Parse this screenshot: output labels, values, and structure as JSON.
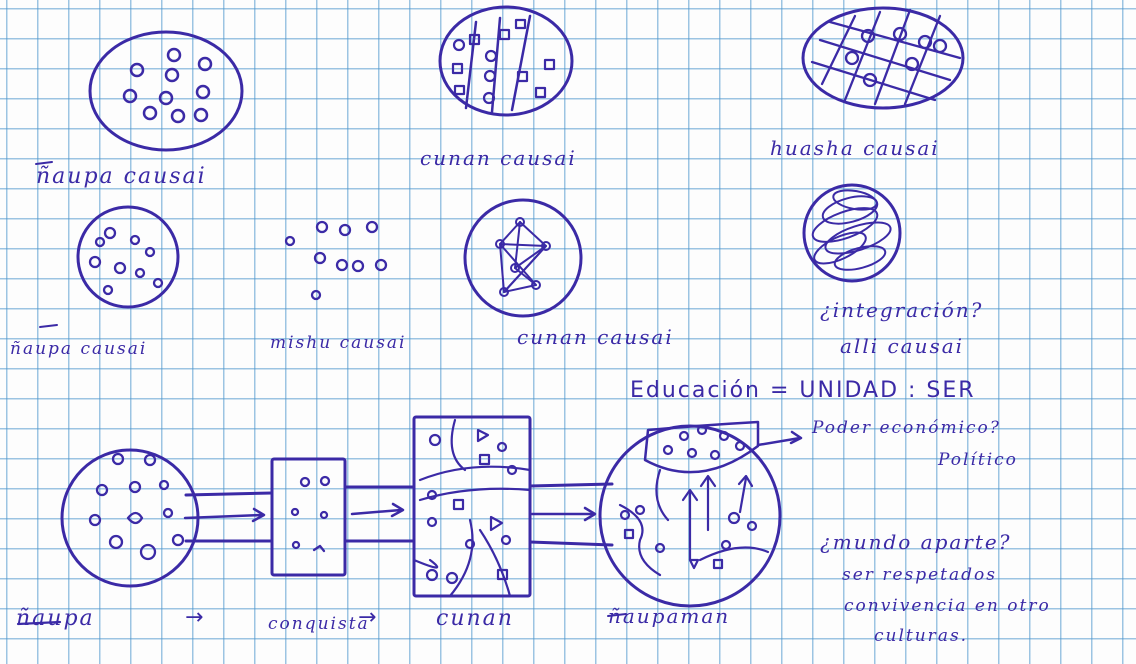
{
  "ink_color": "#3b2aa6",
  "grid_color": "#4d96cd",
  "paper_color": "#fdfdfd",
  "labels": {
    "naupa_causai_1": "ñaupa causai",
    "cunan_causai_1": "cunan causai",
    "huasha_causai": "huasha causai",
    "naupa_causai_2": "ñaupa causai",
    "mishu_causai": "mishu causai",
    "cunan_causai_2": "cunan causai",
    "integracion": "¿integración?",
    "alli_causai": "alli causai",
    "educacion": "Educación = UNIDAD : SER",
    "poder": "Poder económico?",
    "politico": "Político",
    "mundo_aparte": "¿mundo aparte?",
    "ser_respetados": "ser respetados",
    "convivencia": "convivencia en otro",
    "culturas": "culturas.",
    "naupa": "ñaupa",
    "arrow_1": "→",
    "conquista": "conquista",
    "arrow_2": "→",
    "cunan": "cunan",
    "naupaman": "ñaupaman"
  }
}
